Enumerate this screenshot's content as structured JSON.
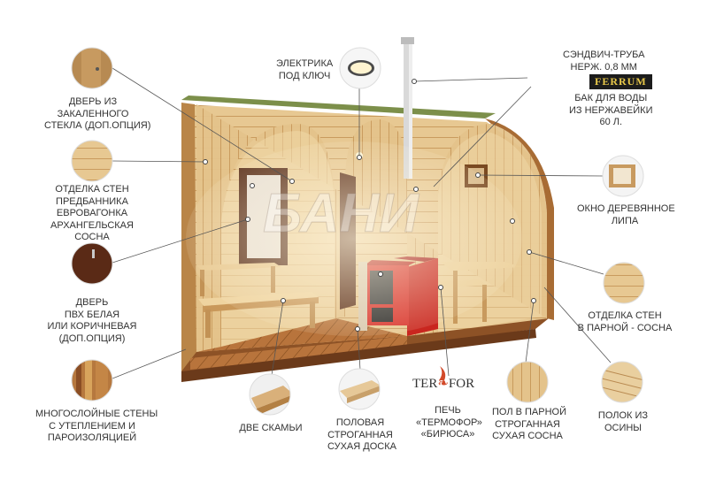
{
  "labels": {
    "electric": [
      "ЭЛЕКТРИКА",
      "ПОД КЛЮЧ"
    ],
    "pipe": [
      "СЭНДВИЧ-ТРУБА",
      "НЕРЖ. 0,8 ММ"
    ],
    "tank": [
      "БАК ДЛЯ ВОДЫ",
      "ИЗ НЕРЖАВЕЙКИ",
      "60 Л."
    ],
    "glass_door": [
      "ДВЕРЬ ИЗ",
      "ЗАКАЛЕННОГО",
      "СТЕКЛА (ДОП.ОПЦИЯ)"
    ],
    "wall_finish_front": [
      "ОТДЕЛКА СТЕН",
      "ПРЕДБАННИКА",
      "ЕВРОВАГОНКА",
      "АРХАНГЕЛЬСКАЯ",
      "СОСНА"
    ],
    "pvc_door": [
      "ДВЕРЬ",
      "ПВХ БЕЛАЯ",
      "ИЛИ КОРИЧНЕВАЯ",
      "(ДОП.ОПЦИЯ)"
    ],
    "walls": [
      "МНОГОСЛОЙНЫЕ СТЕНЫ",
      "С УТЕПЛЕНИЕМ И",
      "ПАРОИЗОЛЯЦИЕЙ"
    ],
    "benches": [
      "ДВЕ СКАМЬИ"
    ],
    "floor_board": [
      "ПОЛОВАЯ",
      "СТРОГАННАЯ",
      "СУХАЯ ДОСКА"
    ],
    "stove": [
      "ПЕЧЬ",
      "«ТЕРМОФОР»",
      "«БИРЮСА»"
    ],
    "floor_steam": [
      "ПОЛ В ПАРНОЙ",
      "СТРОГАННАЯ",
      "СУХАЯ СОСНА"
    ],
    "shelf": [
      "ПОЛОК ИЗ",
      "ОСИНЫ"
    ],
    "window": [
      "ОКНО ДЕРЕВЯННОЕ",
      "ЛИПА"
    ],
    "steam_finish": [
      "ОТДЕЛКА СТЕН",
      "В ПАРНОЙ - СОСНА"
    ]
  },
  "brands": {
    "ferrum": "FERRUM",
    "termofor_a": "TER",
    "termofor_b": "FOR"
  },
  "watermark": "БАНИ",
  "colors": {
    "wood_light": "#e9cc9a",
    "wood_mid": "#d6ad72",
    "wood_dark": "#a26a34",
    "floor": "#b2703a",
    "stove_red": "#d8312a",
    "leader": "#555555"
  }
}
